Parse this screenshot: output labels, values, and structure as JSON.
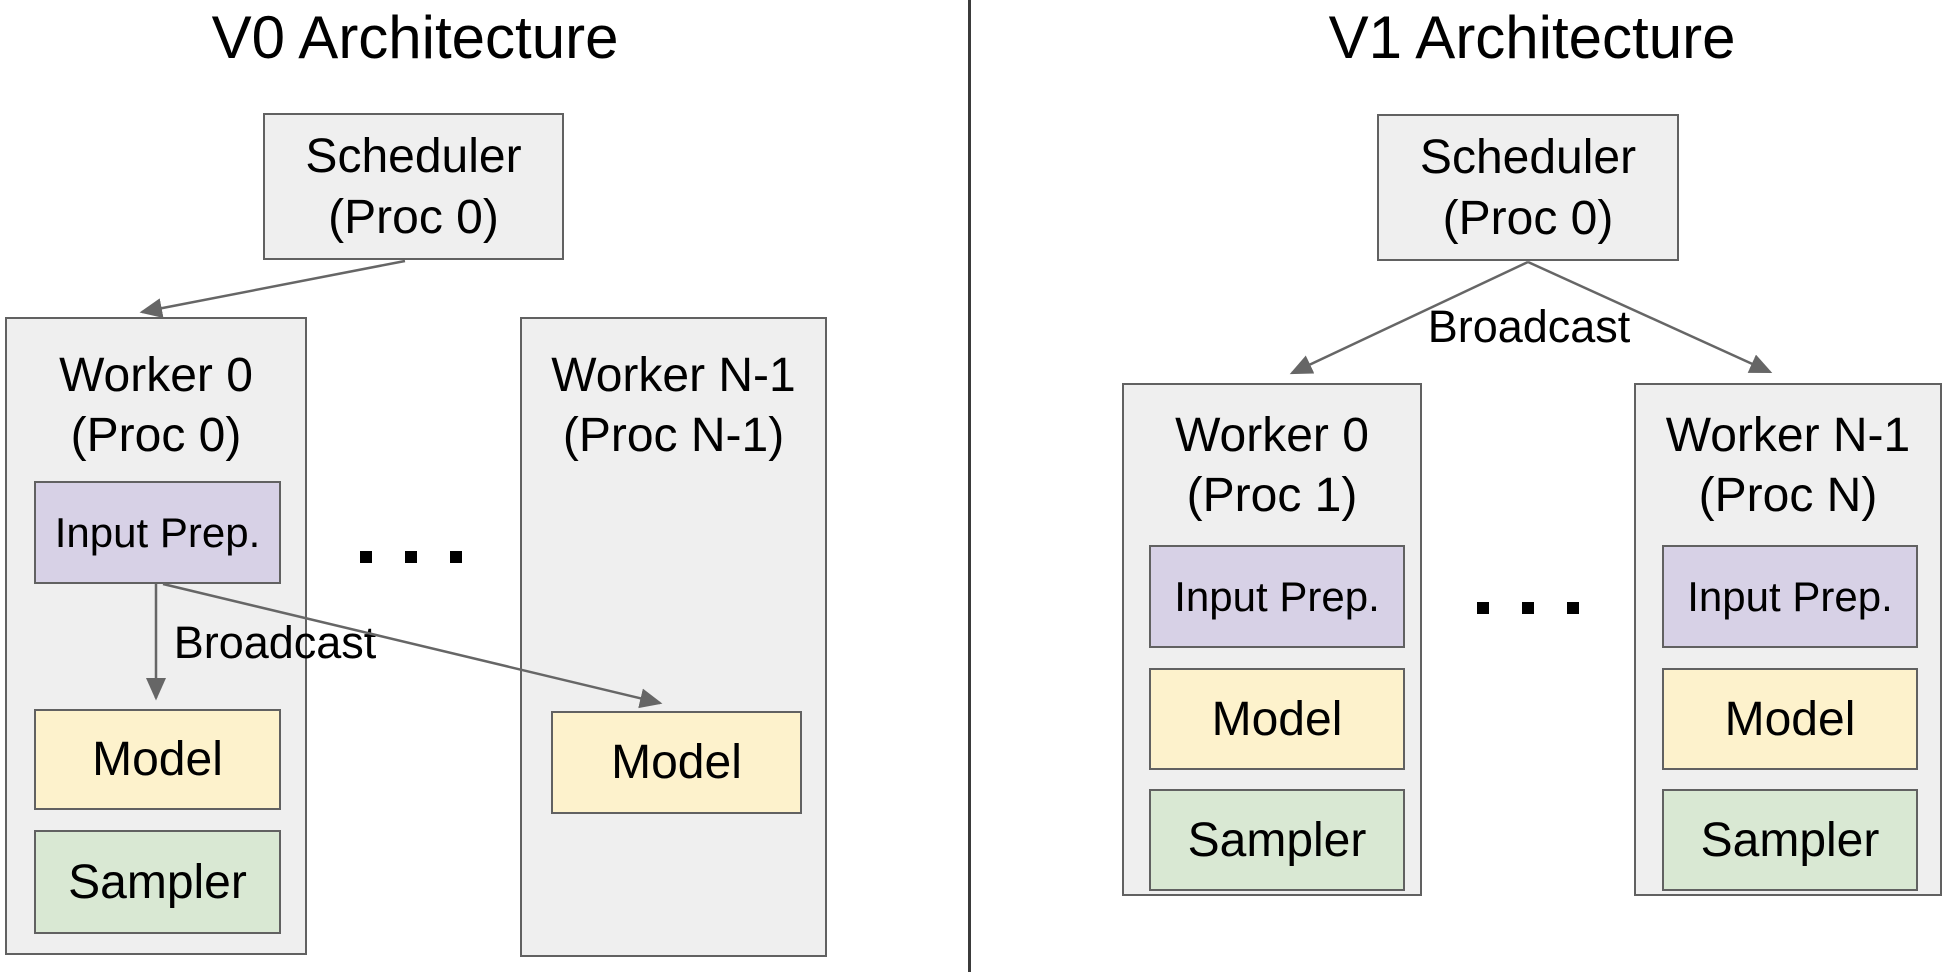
{
  "colors": {
    "box_fill": "#efefef",
    "box_border": "#616161",
    "input_prep_fill": "#d7d1e6",
    "model_fill": "#fdf2cc",
    "sampler_fill": "#d9e8d3",
    "arrow": "#666666",
    "divider": "#3b3b3b",
    "text": "#000000"
  },
  "v0": {
    "title": "V0 Architecture",
    "scheduler": {
      "line1": "Scheduler",
      "line2": "(Proc 0)"
    },
    "broadcast_label": "Broadcast",
    "ellipsis": ". . .",
    "worker0": {
      "line1": "Worker 0",
      "line2": "(Proc 0)",
      "input_prep": "Input Prep.",
      "model": "Model",
      "sampler": "Sampler"
    },
    "worker_n": {
      "line1": "Worker N-1",
      "line2": "(Proc N-1)",
      "model": "Model"
    }
  },
  "v1": {
    "title": "V1 Architecture",
    "scheduler": {
      "line1": "Scheduler",
      "line2": "(Proc 0)"
    },
    "broadcast_label": "Broadcast",
    "ellipsis": ". . .",
    "worker0": {
      "line1": "Worker 0",
      "line2": "(Proc 1)",
      "input_prep": "Input Prep.",
      "model": "Model",
      "sampler": "Sampler"
    },
    "worker_n": {
      "line1": "Worker N-1",
      "line2": "(Proc N)",
      "input_prep": "Input Prep.",
      "model": "Model",
      "sampler": "Sampler"
    }
  }
}
